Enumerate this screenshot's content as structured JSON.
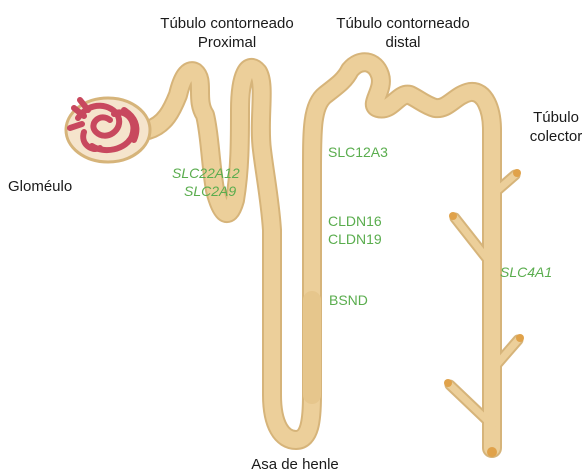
{
  "labels": {
    "proximal_line1": "Túbulo contorneado",
    "proximal_line2": "Proximal",
    "distal_line1": "Túbulo contorneado",
    "distal_line2": "distal",
    "colector_line1": "Túbulo",
    "colector_line2": "colector",
    "glomerulo": "Gloméulo",
    "asa": "Asa de  henle"
  },
  "genes": {
    "proximal_1": "SLC22A12",
    "proximal_2": "SLC2A9",
    "distal": "SLC12A3",
    "henle_1": "CLDN16",
    "henle_2": "CLDN19",
    "henle_3": "BSND",
    "colector": "SLC4A1"
  },
  "colors": {
    "tubule": "#eccf9a",
    "tubule_edge": "#d6b47a",
    "capillary": "#c8485e",
    "gene_text": "#5aad4e"
  }
}
